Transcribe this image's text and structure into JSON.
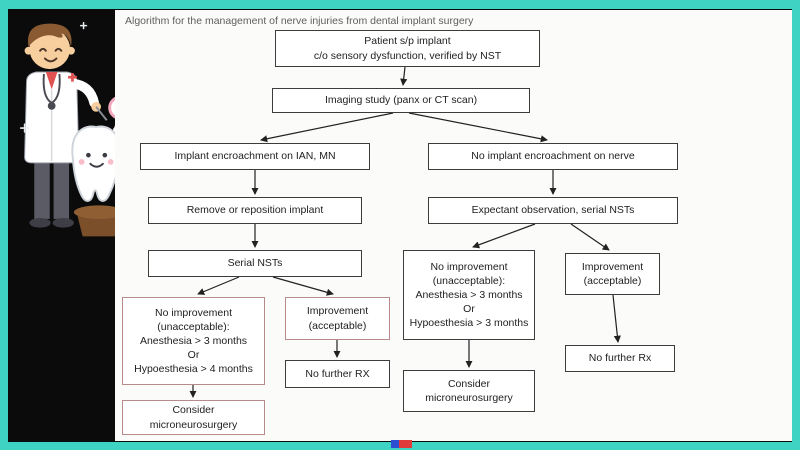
{
  "colors": {
    "frame_teal": "#3fd3c4",
    "panel_black": "#0b0b0b",
    "slide_background": "#fbfbfa",
    "box_border": "#3c3c3c",
    "highlight_box_border": "#b98a8a",
    "heart_red": "#e8566e"
  },
  "illustration": {
    "name": "dentist-and-tooth-cartoon"
  },
  "watermark": {
    "name": "bottom-center-mark"
  },
  "slide": {
    "title": "Algorithm for the management of nerve injuries from dental implant surgery",
    "nodes": {
      "patient": {
        "text": "Patient s/p implant\nc/o sensory dysfunction, verified by NST"
      },
      "imaging": {
        "text": "Imaging study (panx or CT scan)"
      },
      "encroach": {
        "text": "Implant encroachment on IAN, MN"
      },
      "no_encroach": {
        "text": "No implant encroachment on nerve"
      },
      "remove": {
        "text": "Remove or reposition implant"
      },
      "serial": {
        "text": "Serial NSTs"
      },
      "expectant": {
        "text": "Expectant observation, serial NSTs"
      },
      "left_no_improve": {
        "text": "No improvement\n(unacceptable):\nAnesthesia > 3 months\nOr\nHypoesthesia > 4 months"
      },
      "left_improve": {
        "text": "Improvement\n(acceptable)"
      },
      "left_no_rx": {
        "text": "No further RX"
      },
      "left_surgery": {
        "text": "Consider\nmicroneurosurgery"
      },
      "right_no_improve": {
        "text": "No improvement\n(unacceptable):\nAnesthesia > 3 months\nOr\nHypoesthesia > 3 months"
      },
      "right_improve": {
        "text": "Improvement\n(acceptable)"
      },
      "right_no_rx": {
        "text": "No further Rx"
      },
      "right_surgery": {
        "text": "Consider\nmicroneurosurgery"
      }
    }
  }
}
